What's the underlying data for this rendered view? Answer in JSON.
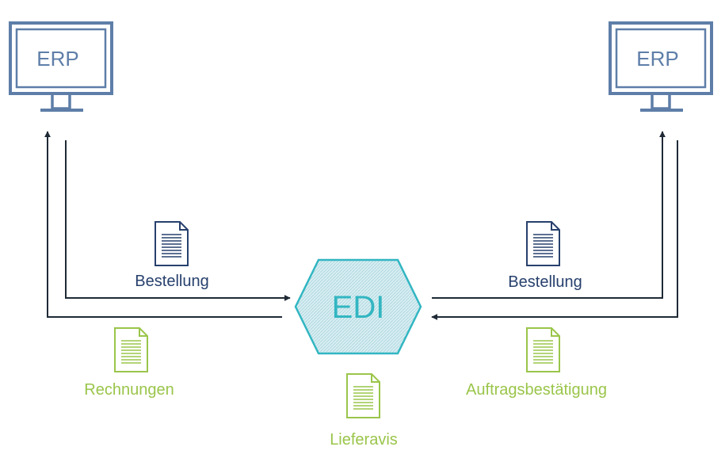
{
  "systems": {
    "left": {
      "label": "ERP"
    },
    "right": {
      "label": "ERP"
    }
  },
  "hub": {
    "label": "EDI"
  },
  "documents": {
    "order_left": {
      "label": "Bestellung"
    },
    "order_right": {
      "label": "Bestellung"
    },
    "invoices": {
      "label": "Rechnungen"
    },
    "delivery_notice": {
      "label": "Lieferavis"
    },
    "order_confirmation": {
      "label": "Auftragsbestätigung"
    }
  },
  "colors": {
    "monitor": "#5e7ea8",
    "arrow": "#1f2a36",
    "doc_blue": "#27406d",
    "doc_green": "#9ac54a",
    "hub_stroke": "#32b6c2",
    "hub_fill": "#cfe9ee"
  },
  "icons": {
    "monitor": "computer-monitor-icon",
    "document": "document-icon"
  }
}
